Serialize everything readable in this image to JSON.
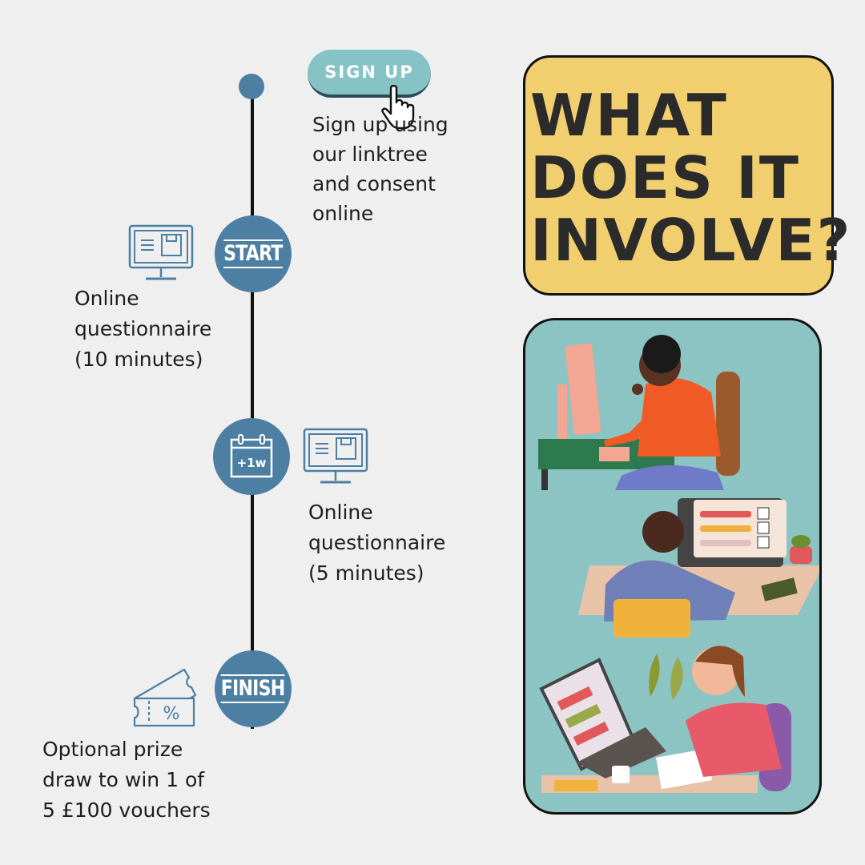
{
  "title": {
    "line1": "WHAT",
    "line2": "DOES IT",
    "line3": "INVOLVE?"
  },
  "signup_button": {
    "label": "SIGN UP"
  },
  "steps": {
    "signup_text": [
      "Sign up using",
      "our linktree",
      "and consent",
      "online"
    ],
    "start_label": "START",
    "week_label": "+1w",
    "finish_label": "FINISH",
    "q1_text": [
      "Online",
      "questionnaire",
      "(10 minutes)"
    ],
    "q2_text": [
      "Online",
      "questionnaire",
      "(5 minutes)"
    ],
    "prize_text": [
      "Optional prize",
      "draw to win 1 of",
      "5 £100 vouchers"
    ],
    "ticket_symbol": "%"
  },
  "colors": {
    "background": "#efefef",
    "timeline_blue": "#4d7fa3",
    "signup_teal": "#85c3c6",
    "title_yellow": "#f1cf6f",
    "illustration_teal": "#8cc3c3"
  },
  "icons": [
    "pointer-hand-icon",
    "computer-monitor-icon",
    "calendar-icon",
    "discount-ticket-icon"
  ]
}
